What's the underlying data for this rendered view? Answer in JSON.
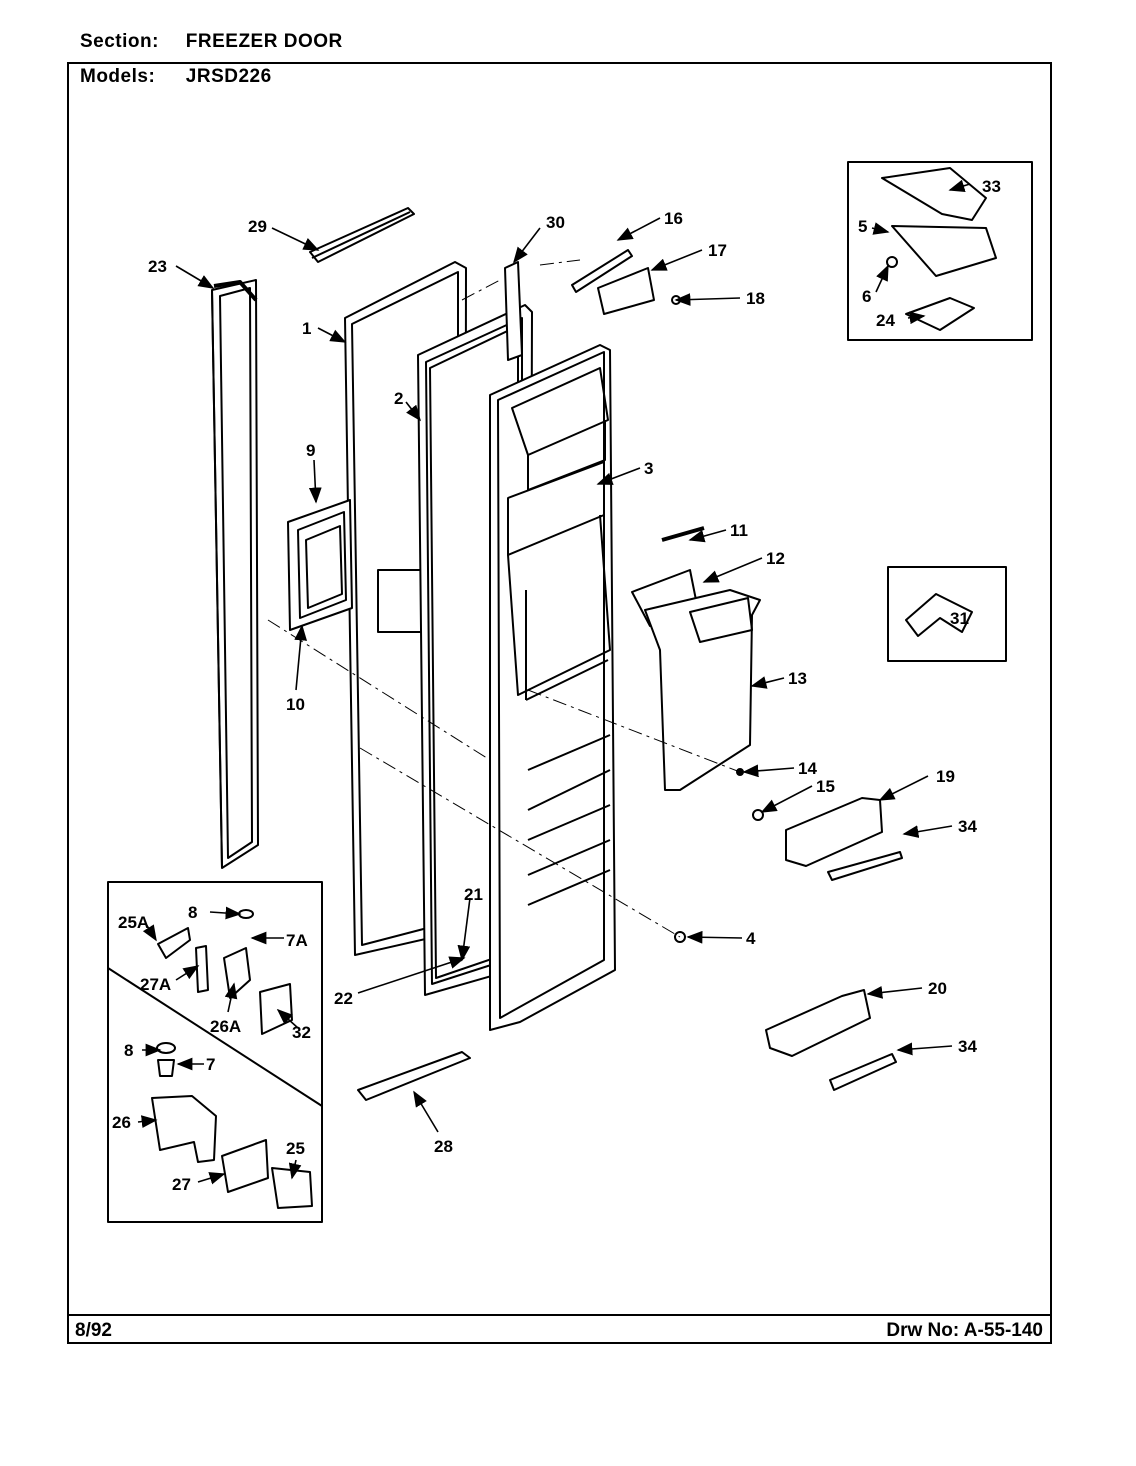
{
  "header": {
    "section_label": "Section:",
    "section_value": "FREEZER DOOR",
    "models_label": "Models:",
    "models_value": "JRSD226"
  },
  "footer": {
    "date": "8/92",
    "drawing_number": "Drw No: A-55-140"
  },
  "callouts": {
    "c1": "1",
    "c2": "2",
    "c3": "3",
    "c4": "4",
    "c5": "5",
    "c6": "6",
    "c7": "7",
    "c7a": "7A",
    "c8a": "8",
    "c8b": "8",
    "c9": "9",
    "c10": "10",
    "c11": "11",
    "c12": "12",
    "c13": "13",
    "c14": "14",
    "c15": "15",
    "c16": "16",
    "c17": "17",
    "c18": "18",
    "c19": "19",
    "c20": "20",
    "c21": "21",
    "c22": "22",
    "c23": "23",
    "c24": "24",
    "c25": "25",
    "c25a": "25A",
    "c26": "26",
    "c26a": "26A",
    "c27": "27",
    "c27a": "27A",
    "c28": "28",
    "c29": "29",
    "c30": "30",
    "c31": "31",
    "c32": "32",
    "c33": "33",
    "c34a": "34",
    "c34b": "34"
  }
}
